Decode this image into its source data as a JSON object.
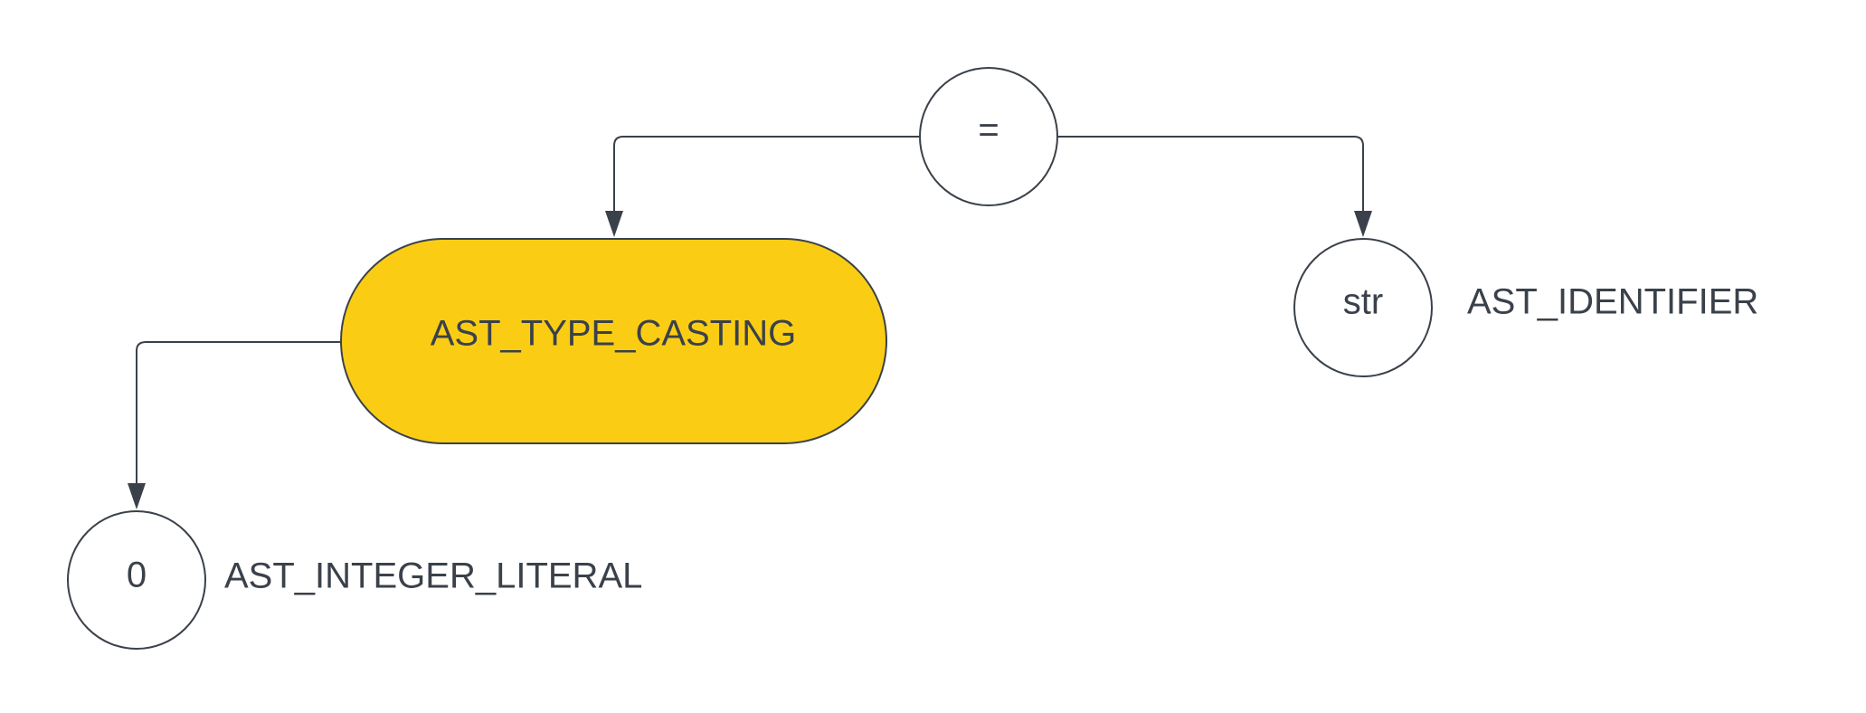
{
  "diagram": {
    "nodes": {
      "assign": {
        "text": "="
      },
      "cast": {
        "text": "AST_TYPE_CASTING"
      },
      "ident": {
        "text": "str",
        "label": "AST_IDENTIFIER"
      },
      "literal": {
        "text": "0",
        "label": "AST_INTEGER_LITERAL"
      }
    },
    "colors": {
      "stroke": "#3a414a",
      "highlight_fill": "#facd14",
      "node_fill": "#ffffff",
      "background": "#ffffff"
    }
  }
}
